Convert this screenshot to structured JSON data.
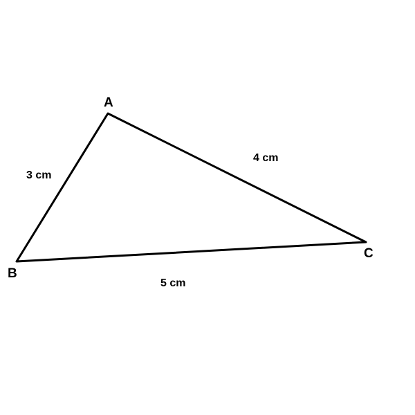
{
  "vertices": {
    "a": "A",
    "b": "B",
    "c": "C"
  },
  "side_lengths": {
    "ab": "3 cm",
    "ac": "4 cm",
    "bc": "5 cm"
  },
  "colors": {
    "stroke": "#000000",
    "background": "#ffffff"
  }
}
